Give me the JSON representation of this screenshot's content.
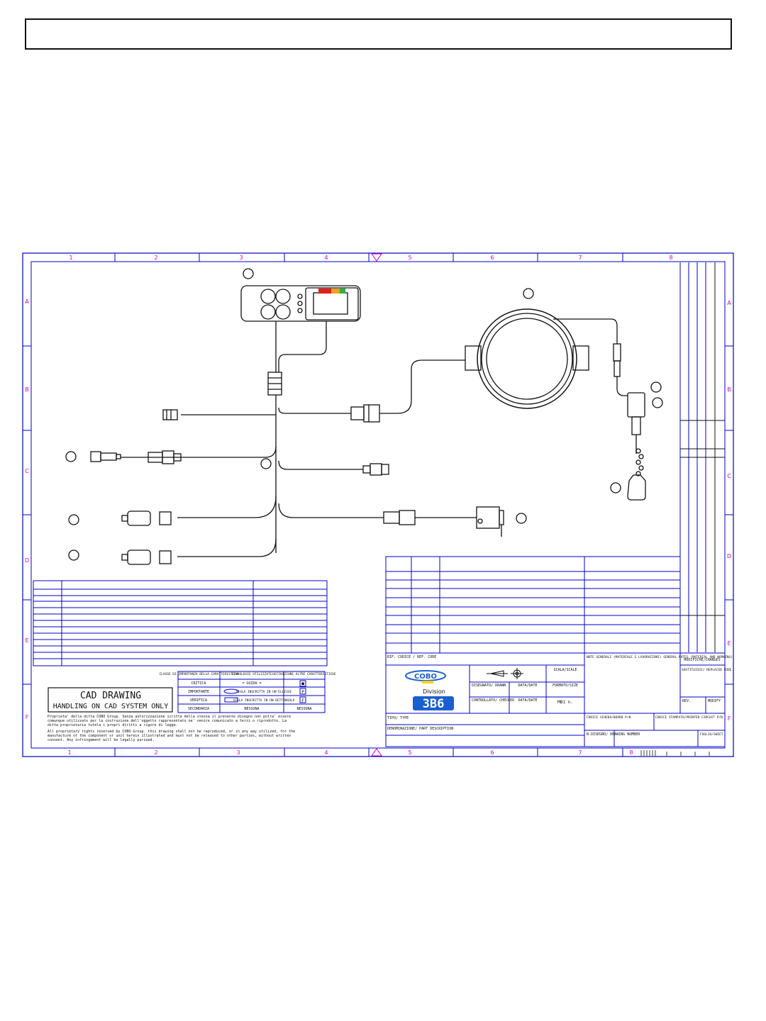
{
  "frame": {
    "columns": [
      "1",
      "2",
      "3",
      "4",
      "5",
      "6",
      "7",
      "8"
    ],
    "rows": [
      "A",
      "B",
      "C",
      "D",
      "E",
      "F"
    ]
  },
  "legend_box": {
    "headers": [
      "CLASSE DI IMPORTANZA DELLA CARATTERISTICA",
      "SIMBOLOGIE UTILIZZATE",
      "DEFINIZIONE ALTRE CARATTERISTICHE"
    ],
    "rows": [
      {
        "class": "CRITICA",
        "symbol": "= GUIDA =",
        "def": "■"
      },
      {
        "class": "IMPORTANTE",
        "symbol": "SIGLA INSCRITTA IN UN'ELLISSE",
        "def": "P"
      },
      {
        "class": "VERIFICA",
        "symbol": "SIGLA INSCRITTA IN UN RETTANGOLO",
        "def": "F"
      },
      {
        "class": "SECONDARIA",
        "symbol": "NESSUNA",
        "def": "NESSUNA"
      }
    ]
  },
  "cad_notice": {
    "line1": "CAD   DRAWING",
    "line2": "HANDLING ON CAD SYSTEM ONLY"
  },
  "proprietary": {
    "it": "Proprieta' della ditta COBO Group. Senza autorizzazione scritta della stessa il presente disegno non potra' essere comunque utilizzato per la costruzione dell'oggetto rappresentato ne' venire comunicato a terzi o riprodotto. La ditta proprietaria tutela i propri diritti a rigore di legge.",
    "en": "All proprietary rights reserved by COBO Group. this drawing shall not be reproduced, or in any way utilized, for the manufacture of the component or unit herein illustrated and must not be released to other parties, without written consent. Any infringement will be legally pursued."
  },
  "title_block": {
    "ref_code": "RIF. CODICE / REF. CODE",
    "logo": "COBO",
    "division_label": "Division",
    "division_number": "3B6",
    "scale": "SCALA/SCALE",
    "drawn": "DISEGNATO/ DRAWN",
    "date1": "DATA/DATE",
    "format": "FORMATO/SIZE",
    "checked": "CONTROLLATO/ CHECKED",
    "date2": "DATA/DATE",
    "size_value": "MB1 n.",
    "type": "TIPO/ TYPE",
    "description": "DENOMINAZIONE/ PART DESCRIPTION",
    "notes": "NOTE GENERALI (MATERIALE E LAVORAZIONI) GENERAL NOTES (MATERIAL AND WORKING)",
    "changes": "MODIFICHE/CHANGES",
    "replaced": "SOSTITUISCE/ REPLACED CODE",
    "rev": "REV.",
    "modify": "MODIFY",
    "board": "CODICE SCHEDA/BOARD P/N",
    "pcb": "CODICE STAMPATO/PRINTED CIRCUIT P/N",
    "drawing_number": "N.DISEGNO/ DRAWING NUMBER",
    "sheet": "FOGLIO/SHEET"
  },
  "colors": {
    "border": "#0000cc",
    "frame_text": "#cc00cc",
    "ink": "#111111",
    "led_red": "#e02020",
    "led_orange": "#f0a020",
    "led_green": "#30b040",
    "logo_blue": "#1a5fd0",
    "logo_yellow": "#f2d020"
  }
}
